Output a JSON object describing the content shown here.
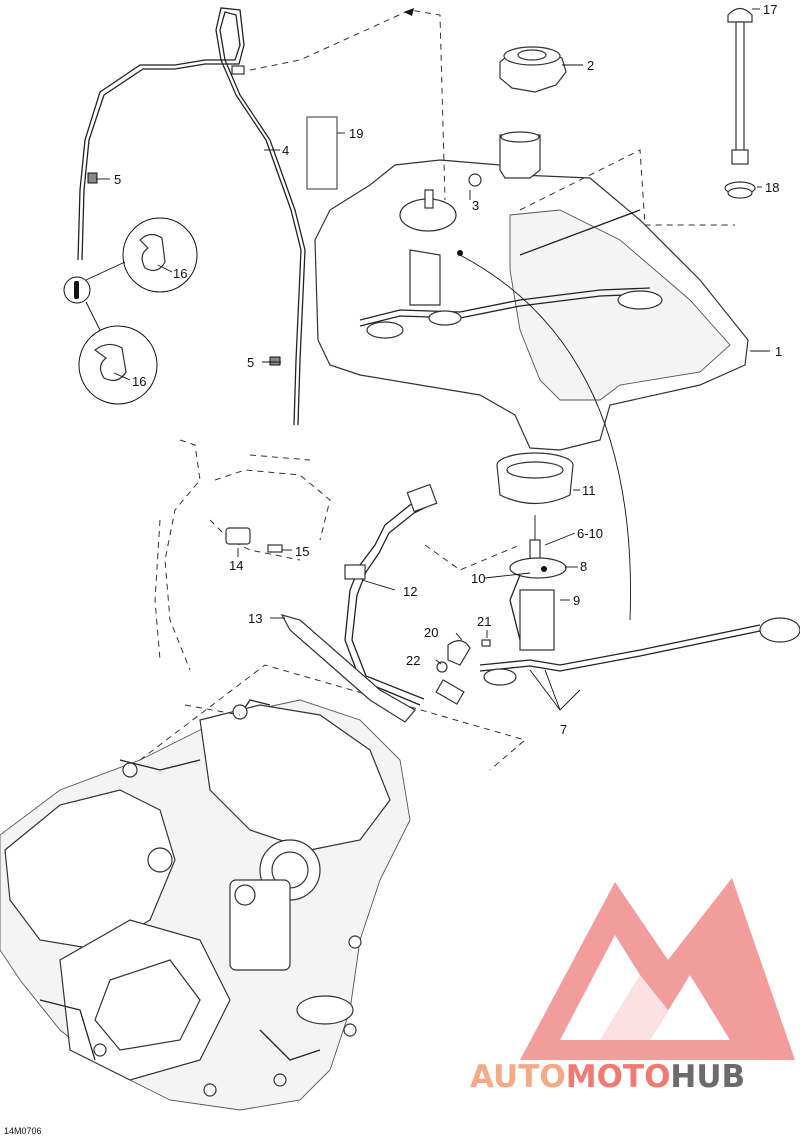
{
  "drawing_code": "14M0706",
  "callouts": [
    {
      "id": "c1",
      "label": "1"
    },
    {
      "id": "c2",
      "label": "2"
    },
    {
      "id": "c3",
      "label": "3"
    },
    {
      "id": "c4",
      "label": "4"
    },
    {
      "id": "c5a",
      "label": "5"
    },
    {
      "id": "c5b",
      "label": "5"
    },
    {
      "id": "c6",
      "label": "6-10"
    },
    {
      "id": "c7",
      "label": "7"
    },
    {
      "id": "c8",
      "label": "8"
    },
    {
      "id": "c9",
      "label": "9"
    },
    {
      "id": "c10",
      "label": "10"
    },
    {
      "id": "c11",
      "label": "11"
    },
    {
      "id": "c12",
      "label": "12"
    },
    {
      "id": "c13",
      "label": "13"
    },
    {
      "id": "c14",
      "label": "14"
    },
    {
      "id": "c15",
      "label": "15"
    },
    {
      "id": "c16a",
      "label": "16"
    },
    {
      "id": "c16b",
      "label": "16"
    },
    {
      "id": "c17",
      "label": "17"
    },
    {
      "id": "c18",
      "label": "18"
    },
    {
      "id": "c19",
      "label": "19"
    },
    {
      "id": "c20",
      "label": "20"
    },
    {
      "id": "c21",
      "label": "21"
    },
    {
      "id": "c22",
      "label": "22"
    }
  ],
  "watermark": {
    "word_part1": "AUTO",
    "word_part2": "MOTO",
    "word_part3": "HUB",
    "color_light": "#f4a987",
    "color_main": "#f07a72",
    "color_dark": "#6b6b6b",
    "logo_color": "#f28b8b"
  }
}
